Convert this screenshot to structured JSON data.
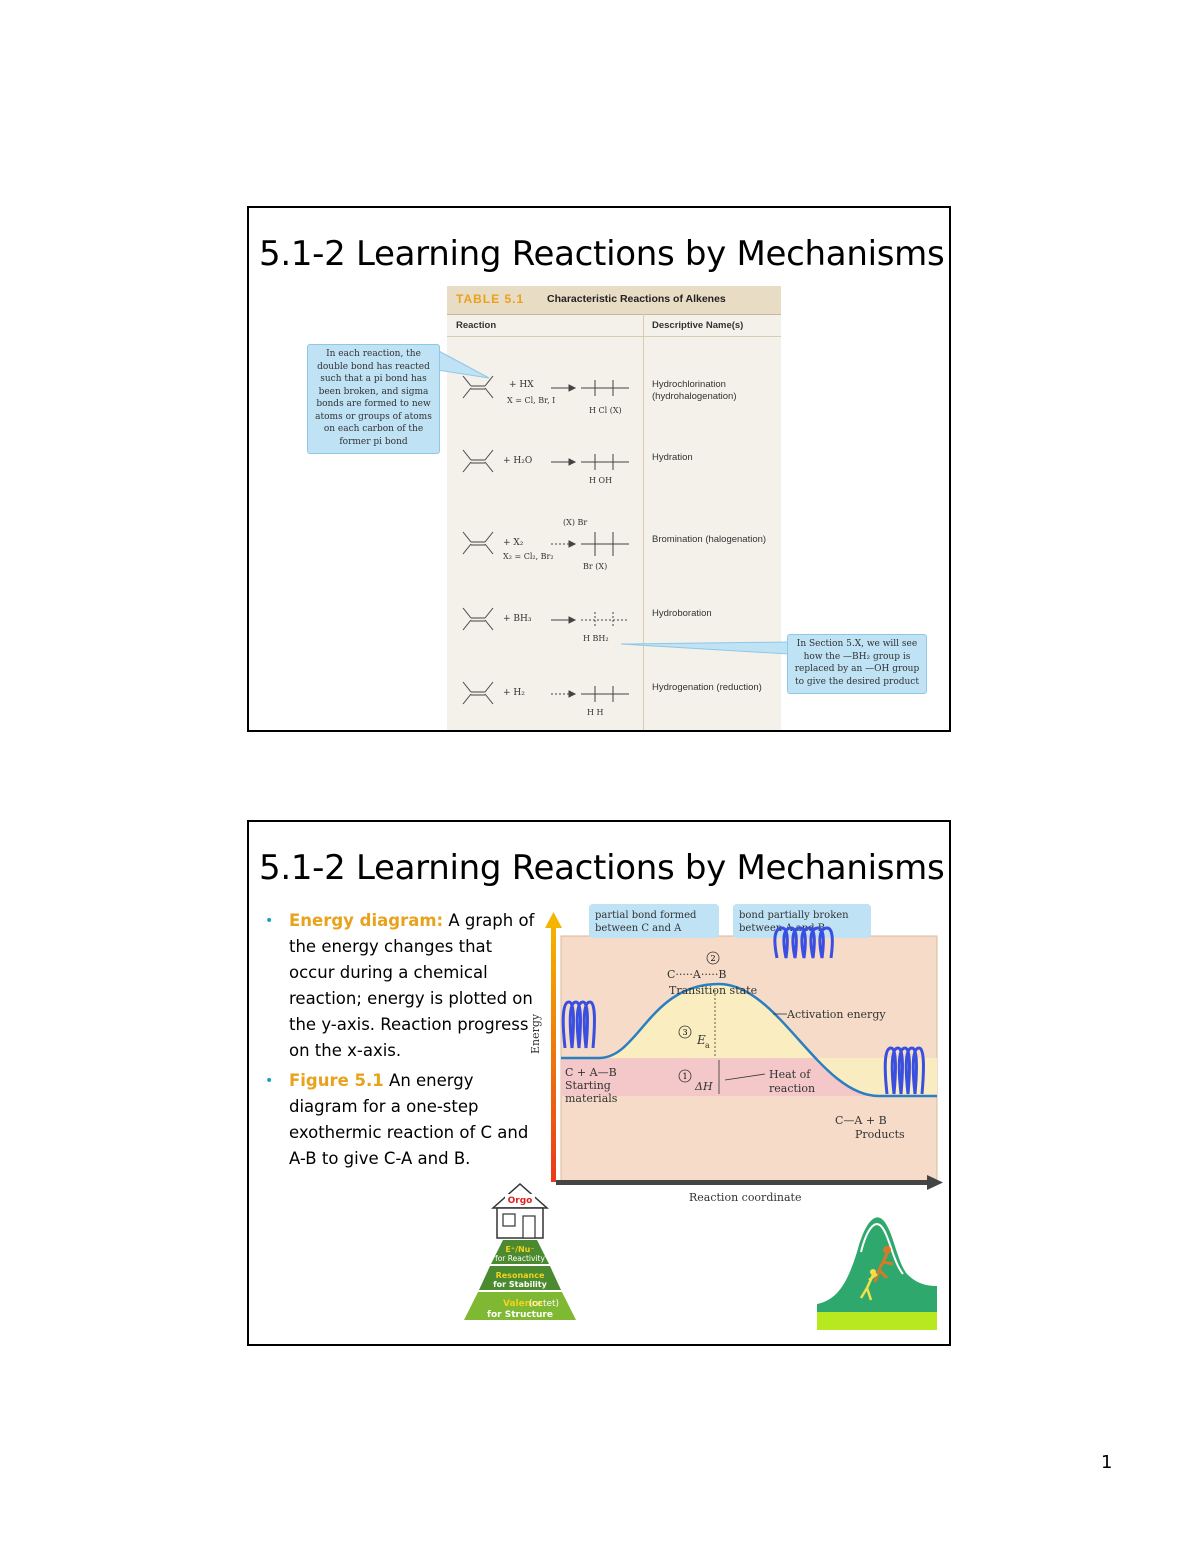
{
  "page_number": "1",
  "slide1": {
    "title": "5.1-2 Learning Reactions by Mechanisms",
    "table": {
      "label": "TABLE 5.1",
      "caption": "Characteristic Reactions of Alkenes",
      "col_reaction": "Reaction",
      "col_name": "Descriptive Name(s)",
      "rows": [
        {
          "reactant": "+ HX",
          "note": "X = Cl, Br, I",
          "product_bottom": "H   Cl (X)",
          "name": "Hydrochlorination (hydrohalogenation)"
        },
        {
          "reactant": "+ H₂O",
          "note": "",
          "product_bottom": "H   OH",
          "name": "Hydration"
        },
        {
          "reactant": "+ X₂",
          "note": "X₂ = Cl₂, Br₂",
          "product_top": "(X) Br",
          "product_bottom": "Br (X)",
          "name": "Bromination (halogenation)"
        },
        {
          "reactant": "+ BH₃",
          "note": "",
          "product_bottom": "H   BH₂",
          "name": "Hydroboration"
        },
        {
          "reactant": "+ H₂",
          "note": "",
          "product_bottom": "H   H",
          "name": "Hydrogenation (reduction)"
        }
      ]
    },
    "callout_left": "In each reaction, the double bond has reacted such that a pi bond has been broken, and sigma bonds are formed to new atoms or groups of atoms on each carbon of the former pi bond",
    "callout_right": "In Section 5.X, we will see how the —BH₂ group is replaced by an —OH group to give the desired product"
  },
  "slide2": {
    "title": "5.1-2 Learning Reactions by Mechanisms",
    "bullet1_term": "Energy diagram:",
    "bullet1_text": " A graph of the energy changes that occur during a chemical reaction; energy is plotted on the y-axis. Reaction progress on the x-axis.",
    "bullet2_term": "Figure 5.1",
    "bullet2_text": " An energy diagram for a one-step exothermic reaction of C and A-B to give C-A and B.",
    "diagram": {
      "callout1": "partial bond formed between C and A",
      "callout2": "bond partially broken between A and B",
      "ts_formula": "C·····A·····B",
      "ts_label": "Transition state",
      "activation": "Activation energy",
      "ea": "E",
      "ea_sub": "a",
      "reactants": "C + A—B",
      "reactants_label1": "Starting",
      "reactants_label2": "materials",
      "dh": "ΔH",
      "heat1": "Heat of",
      "heat2": "reaction",
      "products": "C—A + B",
      "products_label": "Products",
      "y_label": "Energy",
      "x_label": "Reaction coordinate",
      "num1": "1",
      "num2": "2",
      "num3": "3"
    },
    "pyramid": {
      "top": "Orgo",
      "level1a": "E⁺/Nu⁻",
      "level1b": "for Reactivity",
      "level2a": "Resonance",
      "level2b": "for Stability",
      "level3a": "Valence",
      "level3b": "(octet)",
      "level3c": "for Structure"
    },
    "colors": {
      "accent": "#e8a21c",
      "bullet": "#1ea0c8",
      "spring": "#3a4fe0",
      "curve": "#2a7fc0"
    }
  }
}
